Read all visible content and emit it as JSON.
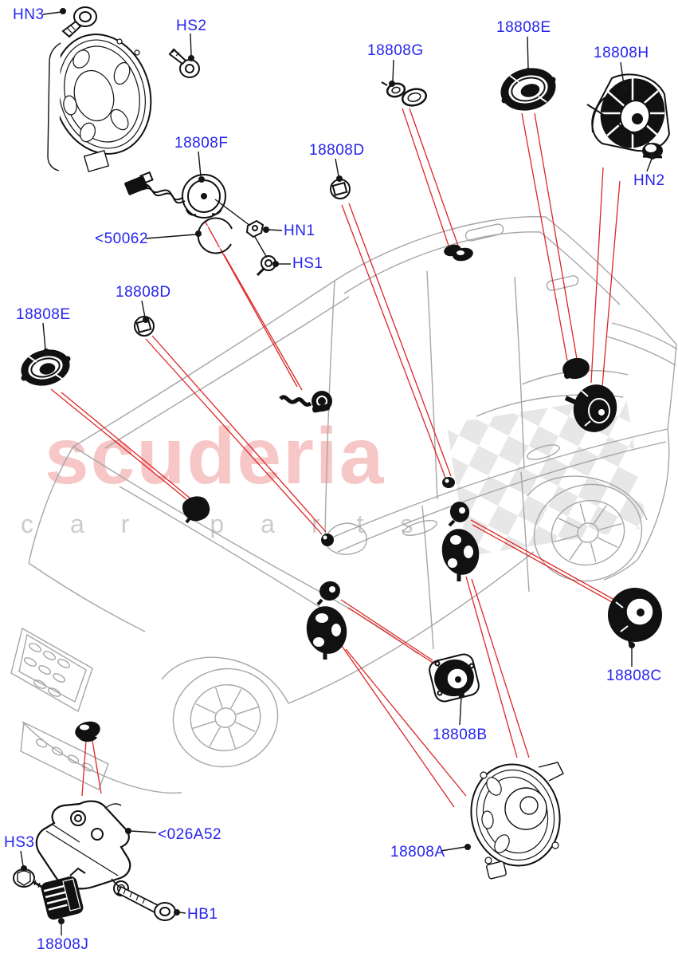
{
  "diagram": {
    "watermark": {
      "brand": "scuderia",
      "subtext": "car parts"
    },
    "labels": [
      {
        "id": "hn3",
        "text": "HN3"
      },
      {
        "id": "hs2",
        "text": "HS2"
      },
      {
        "id": "18808f",
        "text": "18808F"
      },
      {
        "id": "50062",
        "text": "<50062"
      },
      {
        "id": "hn1",
        "text": "HN1"
      },
      {
        "id": "hs1",
        "text": "HS1"
      },
      {
        "id": "18808g",
        "text": "18808G"
      },
      {
        "id": "18808e_top",
        "text": "18808E"
      },
      {
        "id": "18808h",
        "text": "18808H"
      },
      {
        "id": "hn2",
        "text": "HN2"
      },
      {
        "id": "18808d_top",
        "text": "18808D"
      },
      {
        "id": "18808d_left",
        "text": "18808D"
      },
      {
        "id": "18808e_left",
        "text": "18808E"
      },
      {
        "id": "18808c",
        "text": "18808C"
      },
      {
        "id": "18808b",
        "text": "18808B"
      },
      {
        "id": "18808a",
        "text": "18808A"
      },
      {
        "id": "026a52",
        "text": "<026A52"
      },
      {
        "id": "hs3",
        "text": "HS3"
      },
      {
        "id": "hb1",
        "text": "HB1"
      },
      {
        "id": "18808j",
        "text": "18808J"
      }
    ]
  },
  "colors": {
    "background": "#ffffff",
    "label_blue": "#2525ee",
    "leader_red": "#dd2626",
    "leader_black": "#151515",
    "car_gray": "#a6a6a6",
    "wm_pink": "#f7c6c6",
    "wm_gray": "#cccccc",
    "checker_gray": "#cfcfcf",
    "part_black": "#111111"
  }
}
